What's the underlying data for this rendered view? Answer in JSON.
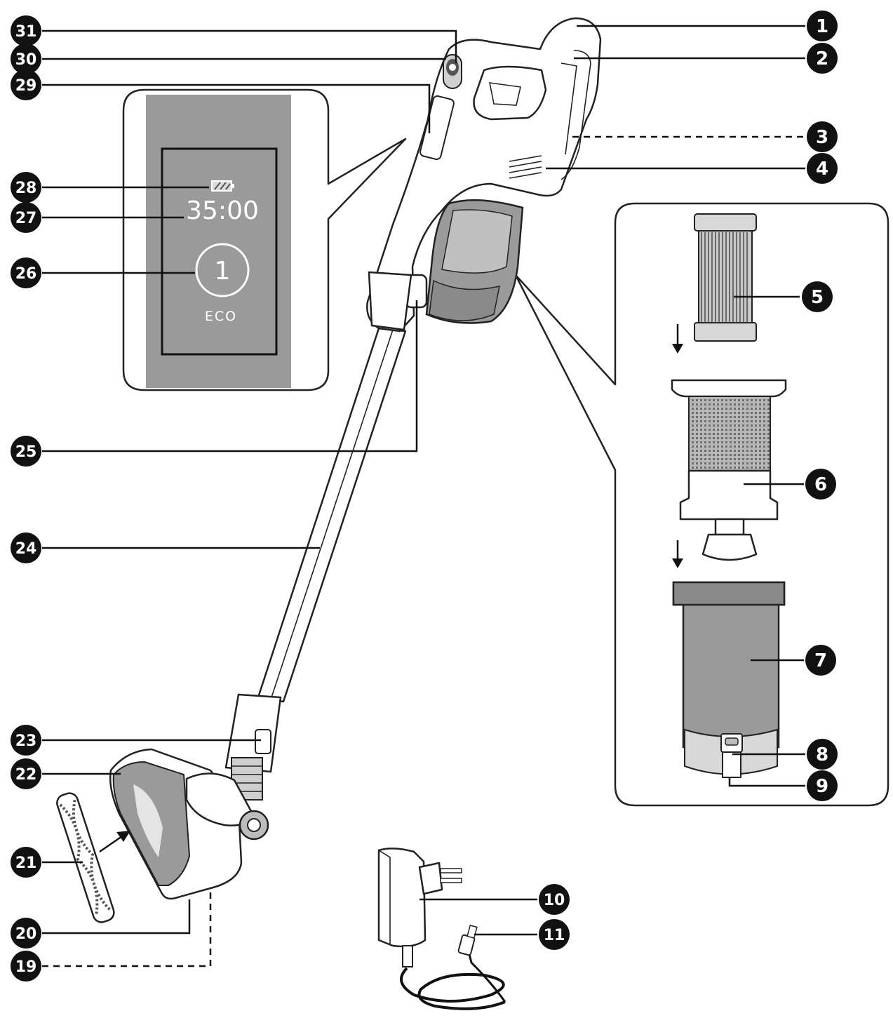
{
  "display": {
    "time": "35:00",
    "mode_number": "1",
    "mode_label": "ECO"
  },
  "callouts": {
    "c1": "1",
    "c2": "2",
    "c3": "3",
    "c4": "4",
    "c5": "5",
    "c6": "6",
    "c7": "7",
    "c8": "8",
    "c9": "9",
    "c10": "10",
    "c11": "11",
    "c19": "19",
    "c20": "20",
    "c21": "21",
    "c22": "22",
    "c23": "23",
    "c24": "24",
    "c25": "25",
    "c26": "26",
    "c27": "27",
    "c28": "28",
    "c29": "29",
    "c30": "30",
    "c31": "31"
  },
  "colors": {
    "callout_badge": "#111111",
    "display_panel": "#9a9a9a",
    "line": "#222222"
  }
}
